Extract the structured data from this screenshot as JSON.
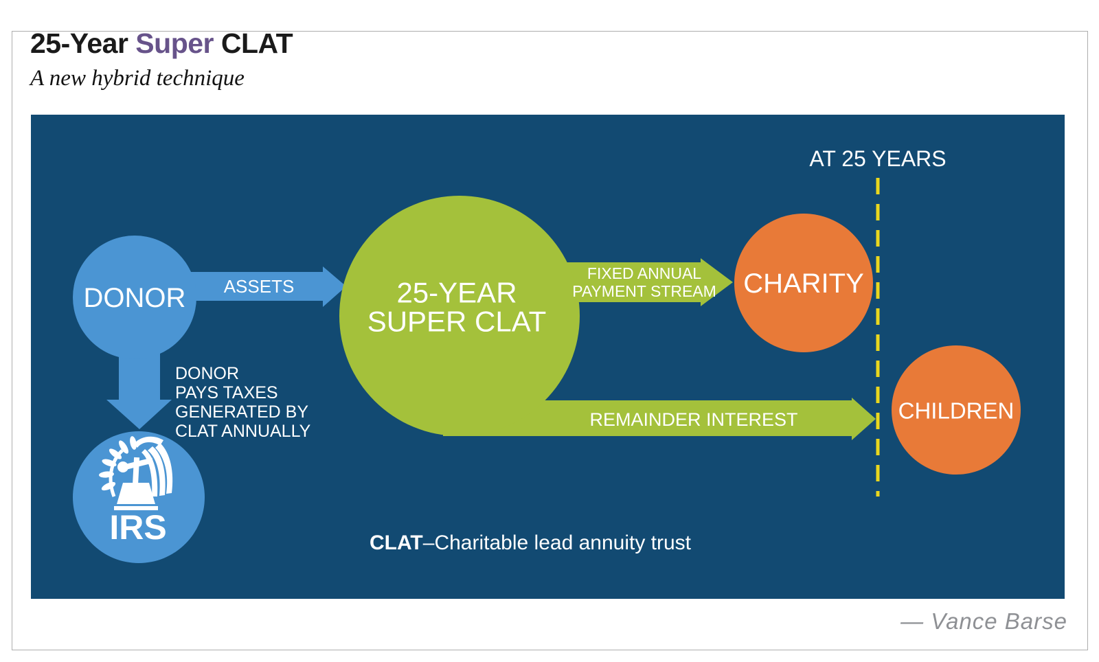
{
  "header": {
    "title_part1": "25-Year ",
    "title_part2": "Super",
    "title_part3": " CLAT",
    "subtitle": "A new hybrid technique"
  },
  "diagram": {
    "donor": {
      "label": "DONOR"
    },
    "assets_arrow": {
      "label": "ASSETS"
    },
    "clat_circle": {
      "line1": "25-YEAR",
      "line2": "SUPER CLAT"
    },
    "fixed_arrow": {
      "line1": "FIXED ANNUAL",
      "line2": "PAYMENT STREAM"
    },
    "charity": {
      "label": "CHARITY"
    },
    "remainder_arrow": {
      "label": "REMAINDER INTEREST"
    },
    "children": {
      "label": "CHILDREN"
    },
    "timeline": {
      "label": "AT 25 YEARS"
    },
    "irs": {
      "label": "IRS"
    },
    "tax_note": {
      "line1": "DONOR",
      "line2": "PAYS TAXES",
      "line3": "GENERATED BY",
      "line4": "CLAT ANNUALLY"
    },
    "footnote": {
      "bold": "CLAT",
      "rest": "–Charitable lead annuity trust"
    }
  },
  "signature": "— Vance Barse",
  "colors": {
    "panel_navy": "#124A72",
    "light_blue": "#4B95D3",
    "green": "#A4C13B",
    "orange": "#E87A38",
    "yellow": "#EAD71E",
    "title_purple": "#67538A",
    "signature_gray": "#8E9094"
  }
}
